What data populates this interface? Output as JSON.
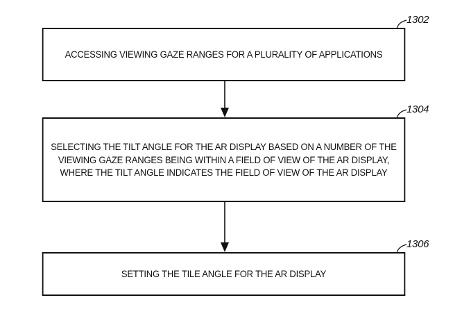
{
  "flowchart": {
    "steps": [
      {
        "ref": "1302",
        "text": "ACCESSING VIEWING GAZE RANGES FOR A PLURALITY OF APPLICATIONS"
      },
      {
        "ref": "1304",
        "text": "SELECTING THE TILT ANGLE FOR THE AR DISPLAY BASED ON A NUMBER OF THE VIEWING GAZE RANGES BEING WITHIN A FIELD OF VIEW OF THE AR DISPLAY, WHERE THE TILT ANGLE INDICATES THE FIELD OF VIEW OF THE AR DISPLAY"
      },
      {
        "ref": "1306",
        "text": "SETTING THE TILE ANGLE FOR THE AR DISPLAY"
      }
    ],
    "line_color": "#111111"
  }
}
